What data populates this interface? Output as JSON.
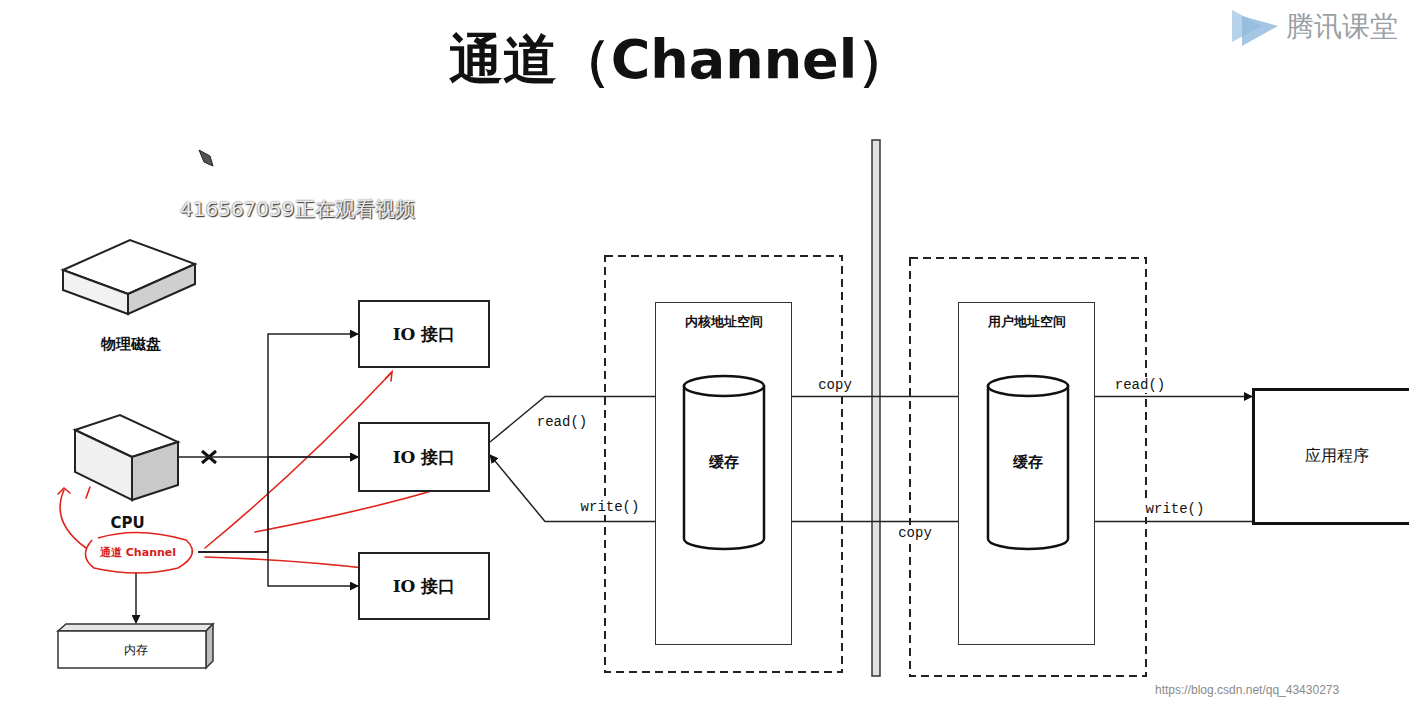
{
  "diagram": {
    "title": "通道（Channel）",
    "nodes": [
      {
        "text": [
          "物理磁盘"
        ]
      },
      {
        "text": [
          "CPU"
        ]
      },
      {
        "text": [
          "通道 Channel"
        ]
      },
      {
        "text": [
          "内存"
        ]
      },
      {
        "text": [
          "IO 接口"
        ]
      },
      {
        "text": [
          "IO 接口"
        ]
      },
      {
        "text": [
          "IO 接口"
        ]
      },
      {
        "text": [
          "内核地址空间"
        ]
      },
      {
        "text": [
          "缓存"
        ],
        "in": 7
      },
      {
        "text": [
          "用户地址空间"
        ]
      },
      {
        "text": [
          "缓存"
        ],
        "in": 9
      },
      {
        "text": [
          "应用程序"
        ]
      }
    ],
    "edges": [
      {
        "from": 1,
        "to": 5,
        "arrow": "to"
      },
      {
        "from": 2,
        "to": 3,
        "arrow": "to"
      },
      {
        "from": 2,
        "to": 4,
        "arrow": "to"
      },
      {
        "from": 2,
        "to": 5,
        "arrow": "to"
      },
      {
        "from": 2,
        "to": 6,
        "arrow": "to"
      },
      {
        "from": 5,
        "to": 8,
        "label": "read()",
        "arrow": "to"
      },
      {
        "from": 8,
        "to": 5,
        "label": "write()",
        "arrow": "to"
      },
      {
        "from": 8,
        "to": 10,
        "label": "copy",
        "arrow": "to"
      },
      {
        "from": 10,
        "to": 8,
        "label": "copy",
        "arrow": "to"
      },
      {
        "from": 10,
        "to": 11,
        "label": "read()",
        "arrow": "to"
      },
      {
        "from": 11,
        "to": 10,
        "label": "write()",
        "arrow": "to"
      }
    ],
    "labels": [
      "416567059正在观看视频",
      "腾讯课堂",
      "https://blog.csdn.net/qq_43430273"
    ]
  }
}
